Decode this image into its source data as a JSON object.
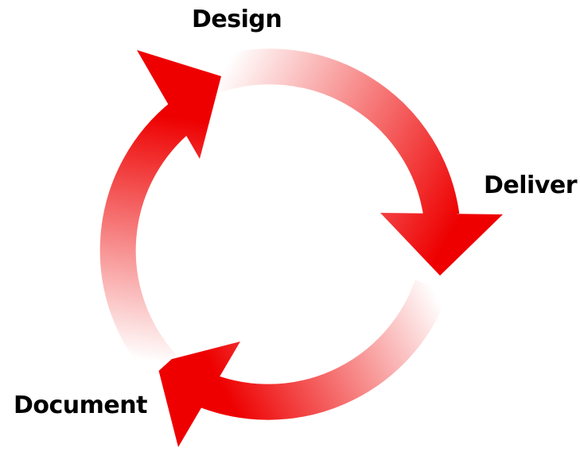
{
  "diagram": {
    "stages": [
      {
        "label": "Design"
      },
      {
        "label": "Deliver"
      },
      {
        "label": "Document"
      }
    ]
  },
  "colors": {
    "arrow": "#ee0000",
    "arrow_fade": "#ffffff",
    "text": "#000000"
  }
}
